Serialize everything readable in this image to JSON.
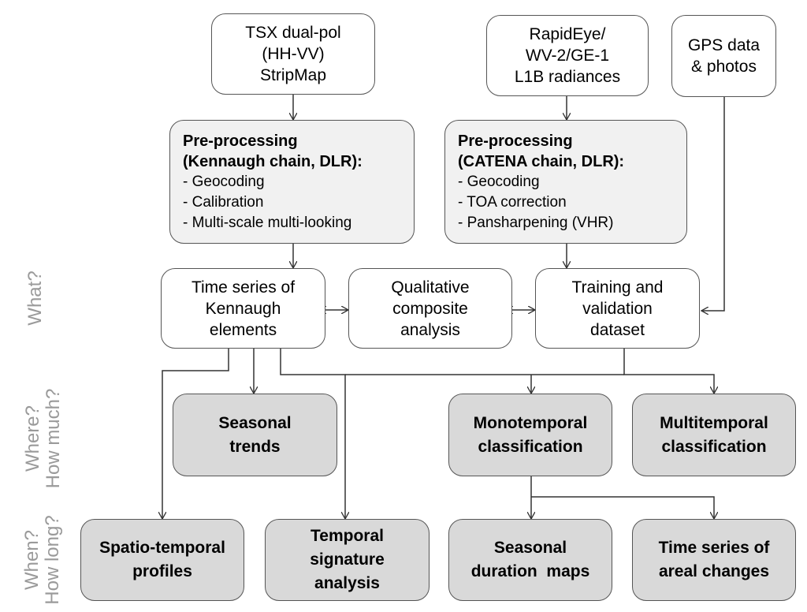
{
  "row_labels": {
    "what": [
      "What?"
    ],
    "where": [
      "Where?",
      "How much?"
    ],
    "when": [
      "When?",
      "How long?"
    ]
  },
  "inputs": {
    "tsx": [
      "TSX dual-pol",
      "(HH-VV)",
      "StripMap"
    ],
    "optical": [
      "RapidEye/",
      "WV-2/GE-1",
      "L1B radiances"
    ],
    "gps": [
      "GPS data",
      "& photos"
    ]
  },
  "preprocessing": {
    "kennaugh": {
      "title": [
        "Pre-processing",
        "(Kennaugh chain, DLR):"
      ],
      "items": [
        "- Geocoding",
        "- Calibration",
        "- Multi-scale multi-looking"
      ]
    },
    "catena": {
      "title": [
        "Pre-processing",
        "(CATENA chain, DLR):"
      ],
      "items": [
        "- Geocoding",
        "- TOA correction",
        "- Pansharpening (VHR)"
      ]
    }
  },
  "analysis": {
    "kennaugh_ts": [
      "Time series of",
      "Kennaugh",
      "elements"
    ],
    "qualitative": [
      "Qualitative",
      "composite",
      "analysis"
    ],
    "training": [
      "Training and",
      "validation",
      "dataset"
    ]
  },
  "outputs": {
    "seasonal_trends": [
      "Seasonal",
      "trends"
    ],
    "monotemporal": [
      "Monotemporal",
      "classification"
    ],
    "multitemporal": [
      "Multitemporal",
      "classification"
    ],
    "spatio_temporal": [
      "Spatio-temporal",
      "profiles"
    ],
    "temporal_signature": [
      "Temporal",
      "signature",
      "analysis"
    ],
    "seasonal_duration": [
      "Seasonal",
      "duration  maps"
    ],
    "areal_changes": [
      "Time series of",
      "areal changes"
    ]
  }
}
